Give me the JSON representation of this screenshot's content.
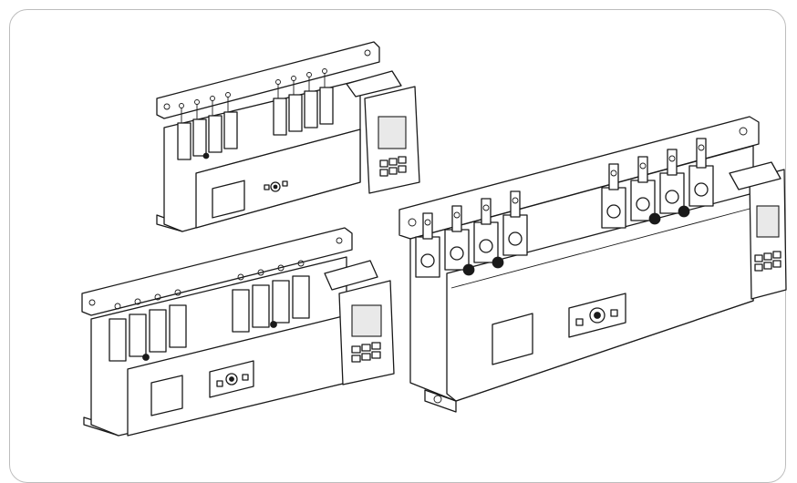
{
  "illustration": {
    "line_color": "#1a1a1a",
    "fill_color": "#ffffff",
    "frame_border_color": "#bdbdbd",
    "units": [
      {
        "id": "small-switch",
        "pole_groups": 2,
        "poles_per_group": 4
      },
      {
        "id": "medium-switch",
        "pole_groups": 2,
        "poles_per_group": 4
      },
      {
        "id": "large-switch",
        "pole_groups": 2,
        "poles_per_group": 4
      }
    ]
  }
}
